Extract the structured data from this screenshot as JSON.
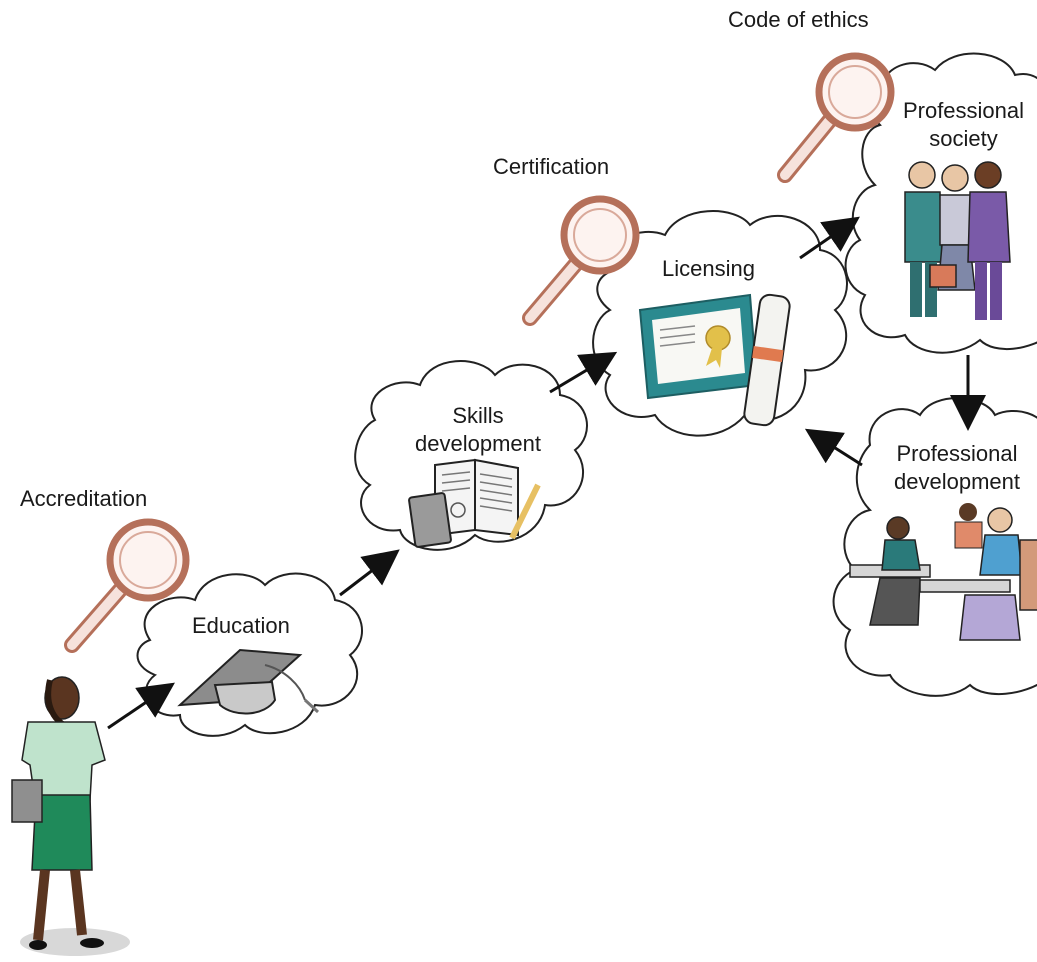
{
  "labels": {
    "accreditation": "Accreditation",
    "certification": "Certification",
    "code_of_ethics": "Code of ethics"
  },
  "nodes": {
    "education": "Education",
    "skills_line1": "Skills",
    "skills_line2": "development",
    "licensing": "Licensing",
    "society_line1": "Professional",
    "society_line2": "society",
    "profdev_line1": "Professional",
    "profdev_line2": "development"
  },
  "colors": {
    "magnifier": "#b5705a",
    "magnifier_lens": "#f6e2dc",
    "cloud_stroke": "#222222",
    "certificate_frame": "#2b8a8f",
    "seal": "#e2c04a",
    "skirt": "#1f8a5a",
    "shirt": "#bfe3cc",
    "arrow": "#111111"
  },
  "icons": [
    "magnifier-icon",
    "graduation-cap-icon",
    "book-calculator-icon",
    "certificate-icon",
    "professionals-group-icon",
    "classroom-icon",
    "student-figure-icon"
  ]
}
